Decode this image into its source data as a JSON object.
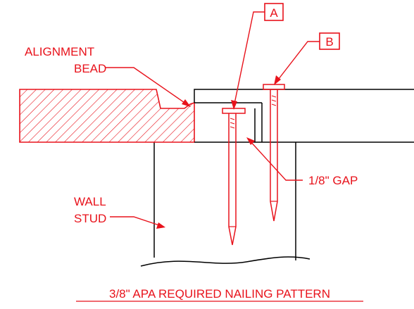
{
  "labels": {
    "alignment_bead_line1": "ALIGNMENT",
    "alignment_bead_line2": "BEAD",
    "callout_a": "A",
    "callout_b": "B",
    "gap": "1/8\" GAP",
    "wall_stud_line1": "WALL",
    "wall_stud_line2": "STUD"
  },
  "title": "3/8\" APA REQUIRED NAILING PATTERN",
  "colors": {
    "annotation": "#e8121b",
    "outline": "#000000"
  }
}
